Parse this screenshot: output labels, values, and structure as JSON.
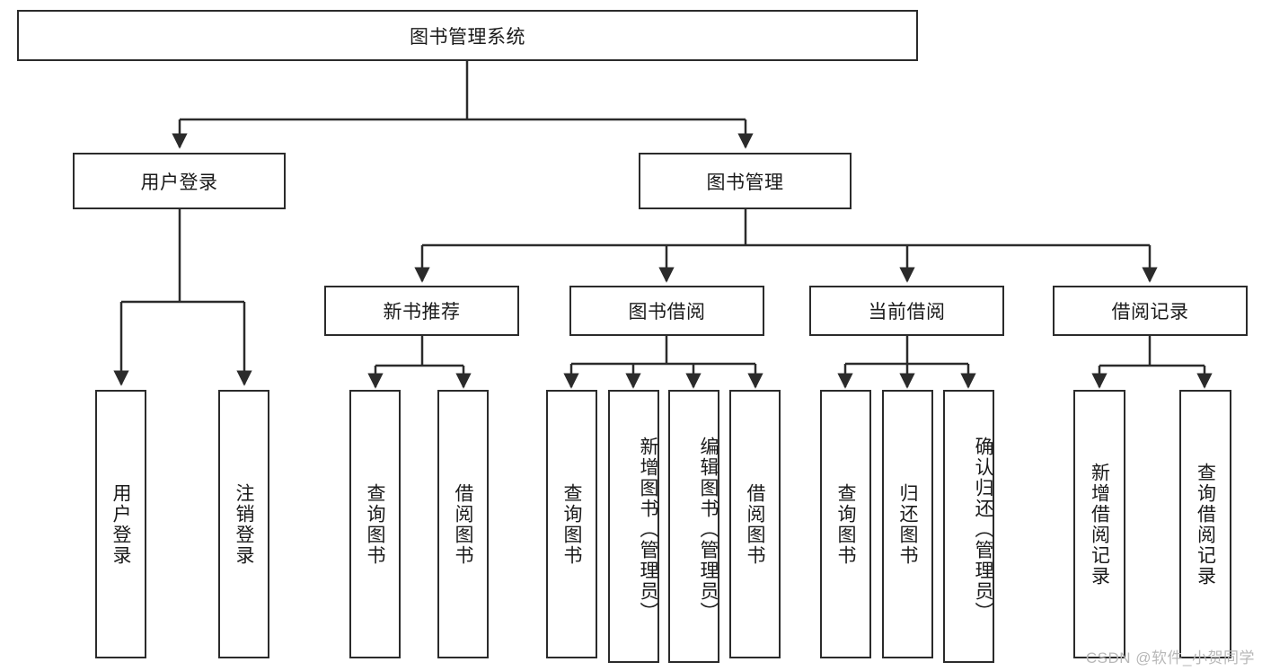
{
  "diagram": {
    "title_node": {
      "label": "图书管理系统"
    },
    "level2": [
      {
        "label": "用户登录"
      },
      {
        "label": "图书管理"
      }
    ],
    "level3": [
      {
        "label": "新书推荐"
      },
      {
        "label": "图书借阅"
      },
      {
        "label": "当前借阅"
      },
      {
        "label": "借阅记录"
      }
    ],
    "leaves": {
      "user_login": [
        {
          "label": "用户登录"
        },
        {
          "label": "注销登录"
        }
      ],
      "new_book_recommend": [
        {
          "label": "查询图书"
        },
        {
          "label": "借阅图书"
        }
      ],
      "book_borrow": [
        {
          "label": "查询图书"
        },
        {
          "label": "新增图书（管理员）"
        },
        {
          "label": "编辑图书（管理员）"
        },
        {
          "label": "借阅图书"
        }
      ],
      "current_borrow": [
        {
          "label": "查询图书"
        },
        {
          "label": "归还图书"
        },
        {
          "label": "确认归还（管理员）"
        }
      ],
      "borrow_record": [
        {
          "label": "新增借阅记录"
        },
        {
          "label": "查询借阅记录"
        }
      ]
    }
  },
  "watermark": {
    "text": "CSDN @软件_小贺同学"
  },
  "colors": {
    "stroke": "#2b2b2b",
    "background": "#ffffff",
    "text": "#1a1a1a",
    "watermark": "#b8b8b8"
  }
}
